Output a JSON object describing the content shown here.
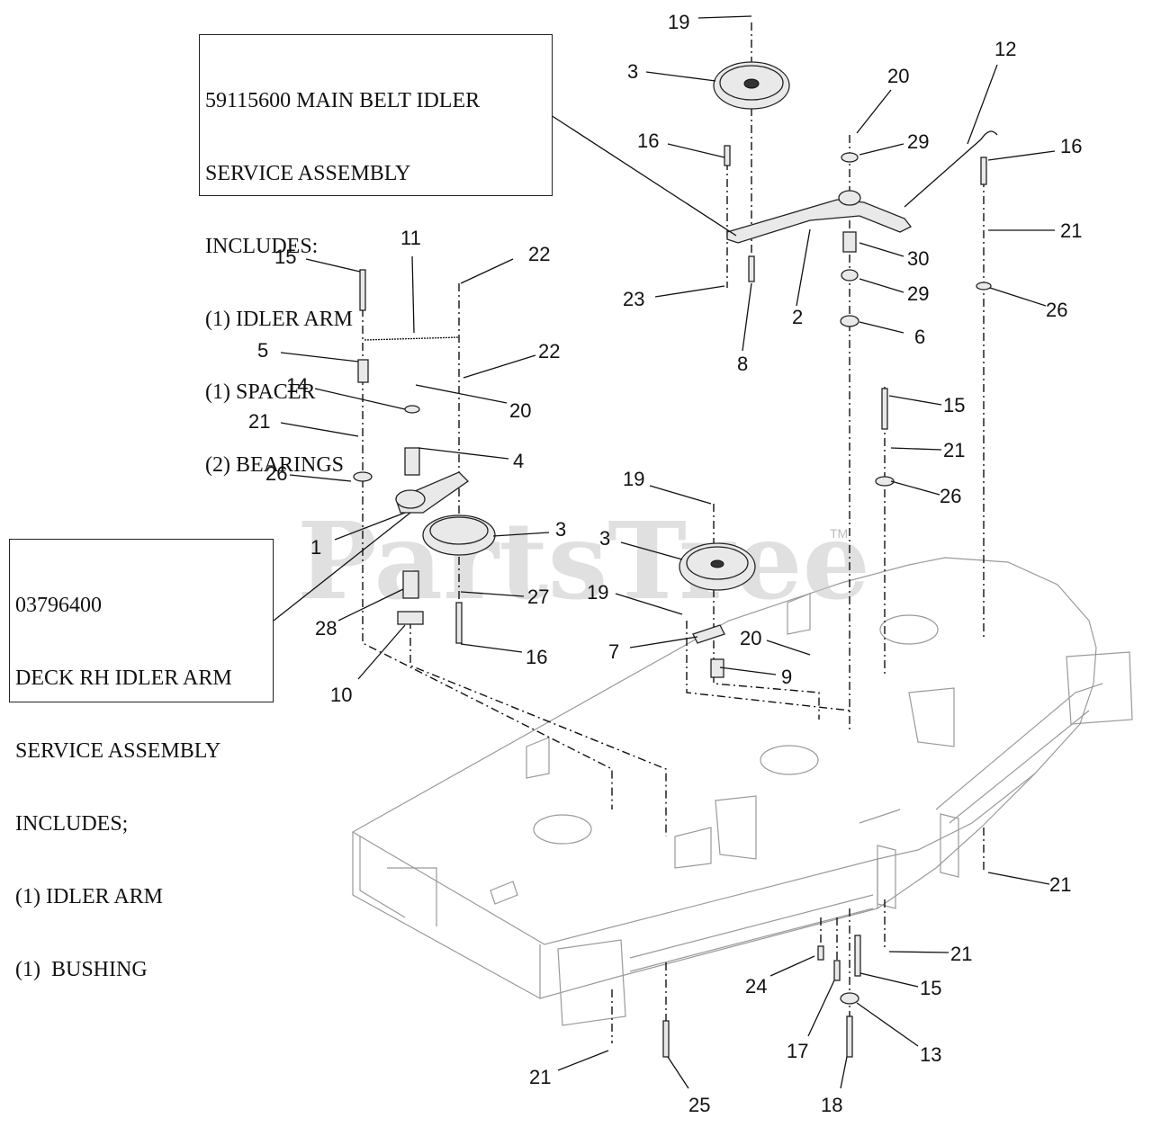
{
  "watermark": {
    "text": "PartsTree",
    "tm": "TM"
  },
  "callouts": {
    "main_belt": {
      "lines": [
        "59115600 MAIN BELT IDLER",
        "SERVICE ASSEMBLY",
        "INCLUDES:",
        "(1) IDLER ARM",
        "(1) SPACER",
        "(2) BEARINGS"
      ]
    },
    "deck_rh": {
      "lines": [
        "03796400",
        "DECK RH IDLER ARM",
        "SERVICE ASSEMBLY",
        "INCLUDES;",
        "(1) IDLER ARM",
        "(1)  BUSHING"
      ]
    }
  },
  "part_labels": [
    "19",
    "3",
    "20",
    "12",
    "16",
    "29",
    "16",
    "21",
    "30",
    "29",
    "26",
    "2",
    "6",
    "8",
    "23",
    "15",
    "11",
    "22",
    "5",
    "22",
    "14",
    "20",
    "21",
    "4",
    "26",
    "1",
    "3",
    "27",
    "28",
    "16",
    "10",
    "15",
    "21",
    "26",
    "19",
    "3",
    "19",
    "7",
    "20",
    "9",
    "21",
    "21",
    "24",
    "15",
    "17",
    "13",
    "18",
    "21",
    "25"
  ]
}
